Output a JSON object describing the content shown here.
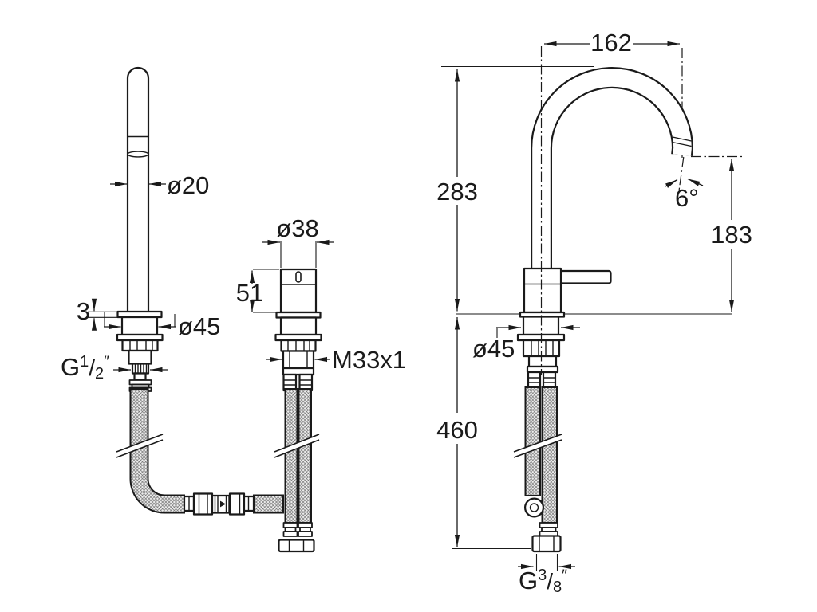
{
  "drawing": {
    "type": "technical-dimension-drawing",
    "colors": {
      "line": "#1a1a1a",
      "background": "#ffffff",
      "braid": "#6e6e6e"
    },
    "left_view": {
      "spout_tube_diameter": "ø20",
      "deck_plate_thickness": "3",
      "escutcheon_diameter": "ø45",
      "inlet_thread": {
        "prefix": "G",
        "numerator": "1",
        "slash": "/",
        "denominator": "2",
        "quote": "″"
      },
      "body_diameter": "ø38",
      "body_height": "51",
      "mounting_thread": "M33x1"
    },
    "right_view": {
      "spout_reach": "162",
      "spout_height": "283",
      "outlet_angle": "6°",
      "outlet_height": "183",
      "base_diameter": "ø45",
      "hose_length": "460",
      "supply_thread": {
        "prefix": "G",
        "numerator": "3",
        "slash": "/",
        "denominator": "8",
        "quote": "″"
      }
    }
  }
}
